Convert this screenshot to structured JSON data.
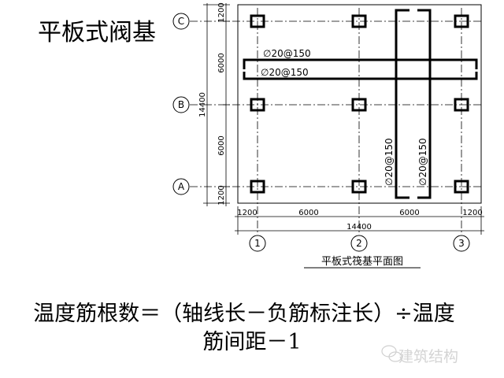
{
  "title": "平板式阀基",
  "drawing": {
    "caption": "平板式筏基平面图",
    "row_axes": [
      "C",
      "B",
      "A"
    ],
    "col_axes": [
      "1",
      "2",
      "3"
    ],
    "vertical_dims": {
      "segments": [
        "1200",
        "6000",
        "6000",
        "1200"
      ],
      "total": "14400"
    },
    "horizontal_dims": {
      "segments": [
        "1200",
        "6000",
        "6000",
        "1200"
      ],
      "total": "14400"
    },
    "rebar_labels": {
      "horizontal_top": "∅20@150",
      "horizontal_bottom": "∅20@150",
      "vertical_left": "∅20@150",
      "vertical_right": "∅20@150"
    }
  },
  "formula": {
    "line1": "温度筋根数＝（轴线长－负筋标注长）÷温度",
    "line2": "筋间距－1"
  },
  "watermark": "建筑结构"
}
